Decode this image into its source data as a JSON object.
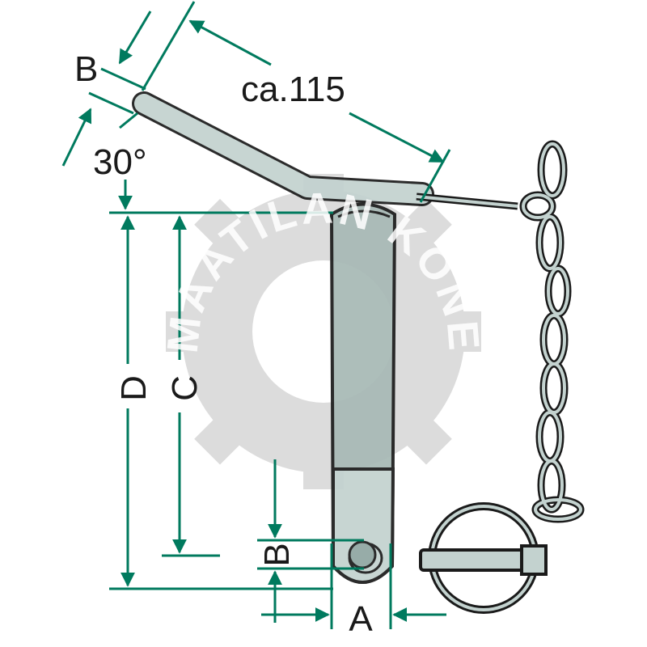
{
  "diagram": {
    "watermark": "MAATILAN KONE",
    "labels": {
      "handle_width": "B",
      "handle_length": "ca.115",
      "angle": "30°",
      "total_length": "D",
      "usable_length": "C",
      "hole_diameter": "B",
      "pin_diameter": "A"
    },
    "colors": {
      "dimension": "#007a5e",
      "metal": "#c3d2cf",
      "metal_dark": "#a7b9b5",
      "outline": "#1a1a1a",
      "watermark": "#dcdcdc"
    }
  }
}
